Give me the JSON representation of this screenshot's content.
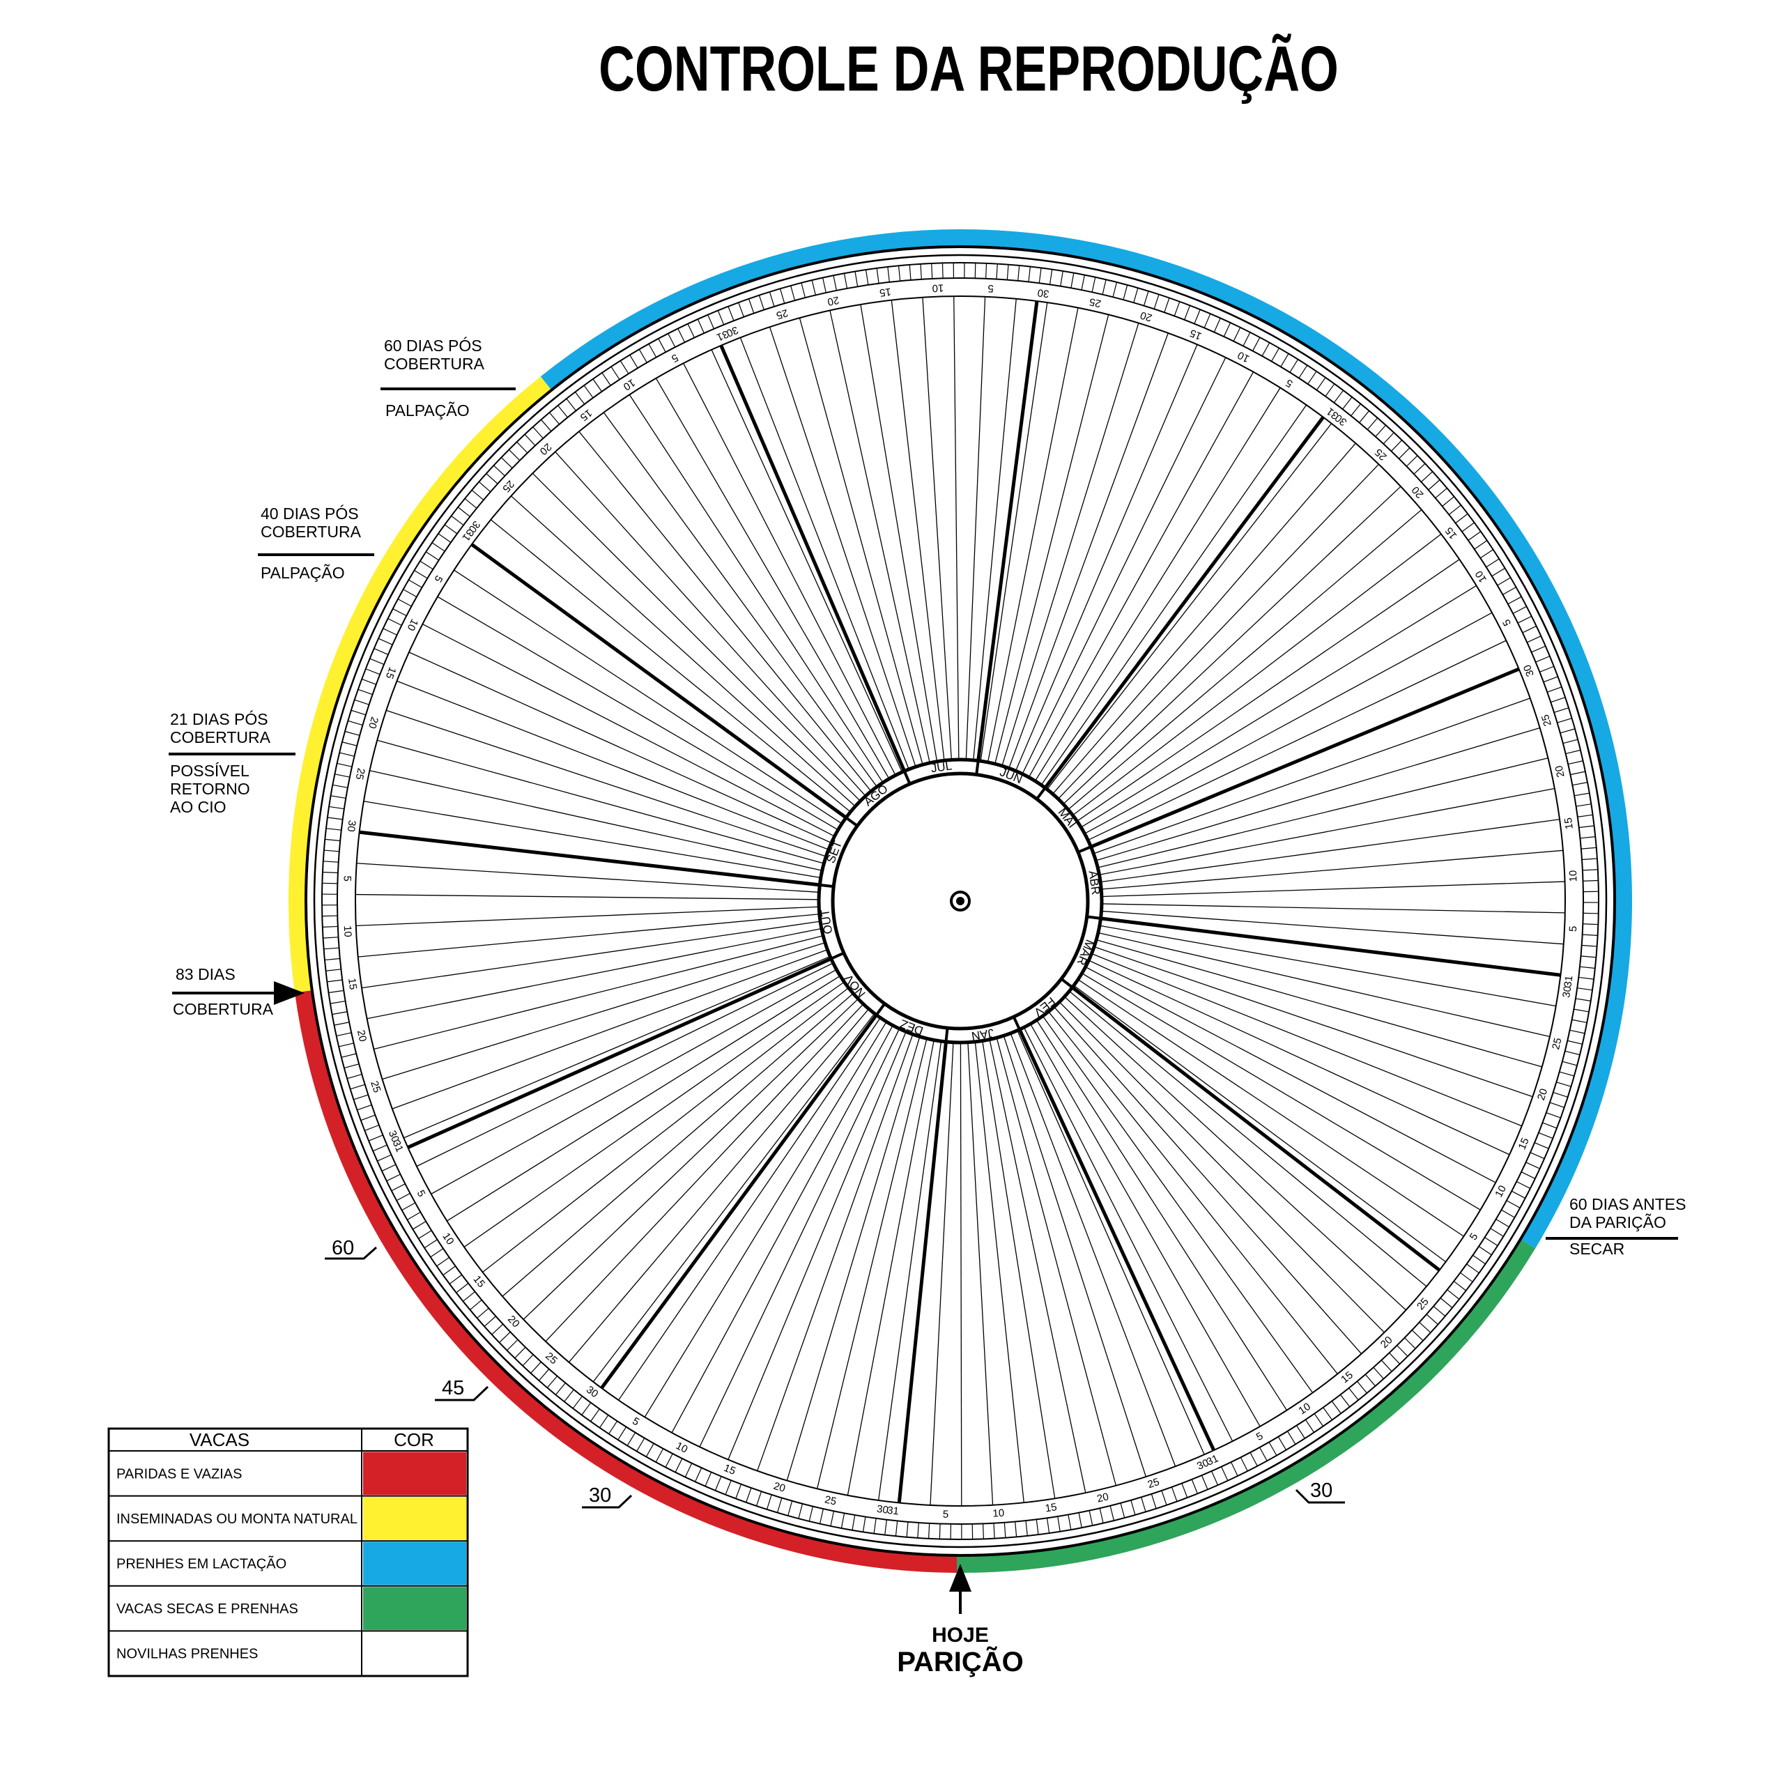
{
  "title": "CONTROLE DA REPRODUÇÃO",
  "months": [
    "JAN",
    "FEV",
    "MAR",
    "ABR",
    "MAI",
    "JUN",
    "JUL",
    "AGO",
    "SET",
    "OUT",
    "NOV",
    "DEZ"
  ],
  "month_days": [
    31,
    28,
    31,
    30,
    31,
    30,
    31,
    31,
    30,
    31,
    30,
    31
  ],
  "day_label_values": [
    5,
    10,
    15,
    20,
    25,
    30,
    31
  ],
  "ring_phases": [
    {
      "name": "paridas-e-vazias",
      "color": "#D42027",
      "days": 83
    },
    {
      "name": "inseminadas",
      "color": "#FFF12F",
      "days": 60
    },
    {
      "name": "prenhes-lactacao",
      "color": "#16A9E4",
      "days": 162
    },
    {
      "name": "secas-prenhes",
      "color": "#2FA45B",
      "days": 60
    }
  ],
  "markers": {
    "m60_pos": {
      "line1": "60 DIAS PÓS",
      "line2": "COBERTURA",
      "below": [
        "PALPAÇÃO"
      ]
    },
    "m40_pos": {
      "line1": "40 DIAS PÓS",
      "line2": "COBERTURA",
      "below": [
        "PALPAÇÃO"
      ]
    },
    "m21_pos": {
      "line1": "21 DIAS PÓS",
      "line2": "COBERTURA",
      "below": [
        "POSSÍVEL",
        "RETORNO",
        "AO CIO"
      ]
    },
    "m83": {
      "line1": "83 DIAS",
      "below": [
        "COBERTURA"
      ]
    },
    "m60_antes": {
      "line1": "60 DIAS ANTES",
      "line2": "DA PARIÇÃO",
      "below": [
        "SECAR"
      ]
    },
    "n60": "60",
    "n45": "45",
    "n30_left": "30",
    "n30_right": "30",
    "hoje": "HOJE",
    "paricao": "PARIÇÃO"
  },
  "legend": {
    "header_vacas": "VACAS",
    "header_cor": "COR",
    "rows": [
      {
        "label": "PARIDAS E VAZIAS",
        "color": "#D42027"
      },
      {
        "label": "INSEMINADAS OU MONTA NATURAL",
        "color": "#FFF12F"
      },
      {
        "label": "PRENHES EM LACTAÇÃO",
        "color": "#16A9E4"
      },
      {
        "label": "VACAS SECAS E PRENHAS",
        "color": "#2FA45B"
      },
      {
        "label": "NOVILHAS PRENHES",
        "color": "#FFFFFF"
      }
    ]
  }
}
